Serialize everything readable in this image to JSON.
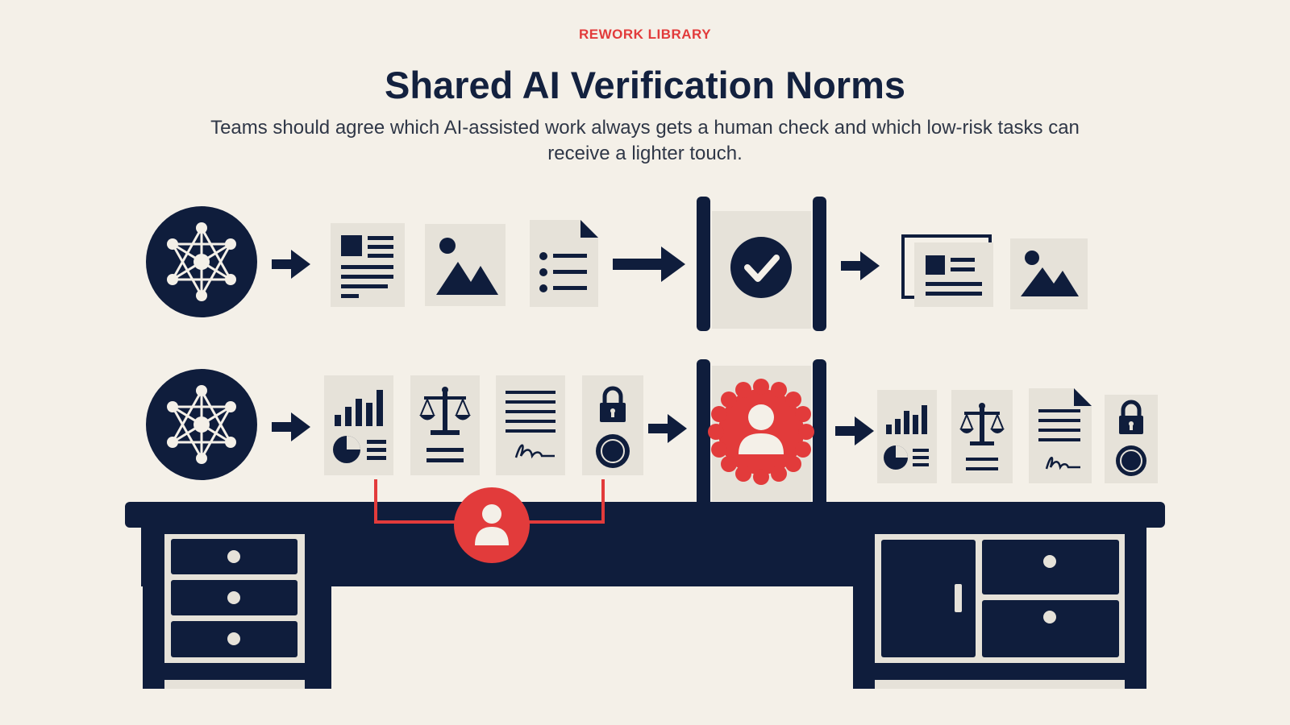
{
  "header": {
    "eyebrow": "REWORK LIBRARY",
    "title": "Shared AI Verification Norms",
    "subtitle": "Teams should agree which AI-assisted work always gets a human check and which low-risk tasks can receive a lighter touch."
  },
  "colors": {
    "background": "#f4f0e8",
    "navy": "#0f1d3c",
    "accent_red": "#e23b3b",
    "paper": "#e6e2d9"
  },
  "illustration": {
    "top_row": {
      "source": "ai-network-icon",
      "outputs": [
        "article-document-icon",
        "image-icon",
        "list-document-icon"
      ],
      "gate": "checkmark-icon",
      "results": [
        "article-document-icon",
        "image-icon"
      ]
    },
    "bottom_row": {
      "source": "ai-network-icon",
      "outputs": [
        "analytics-report-icon",
        "legal-scales-icon",
        "signed-contract-icon",
        "security-lock-icon"
      ],
      "gate": "human-reviewer-icon",
      "results": [
        "analytics-report-icon",
        "legal-scales-icon",
        "signed-contract-icon",
        "security-lock-icon"
      ]
    },
    "desk": [
      "desk-icon",
      "person-icon"
    ]
  }
}
